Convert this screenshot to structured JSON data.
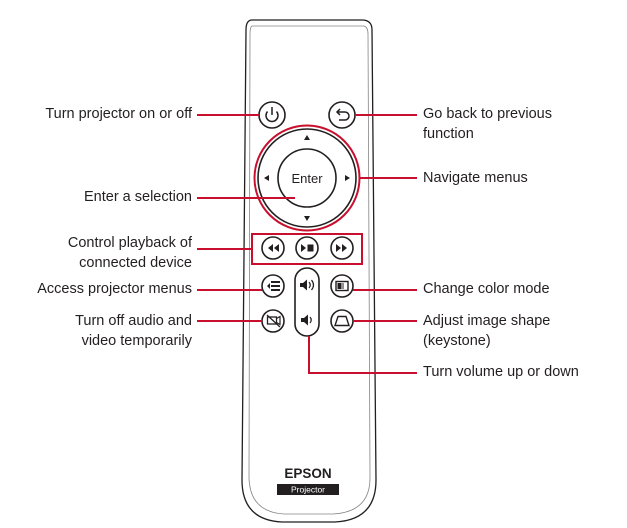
{
  "labels": {
    "power": "Turn projector on or off",
    "back_line1": "Go back to previous",
    "back_line2": "function",
    "enter": "Enter a selection",
    "navigate": "Navigate menus",
    "playback_line1": "Control playback of",
    "playback_line2": "connected device",
    "menu": "Access projector menus",
    "color": "Change color mode",
    "av_mute_line1": "Turn off audio and",
    "av_mute_line2": "video temporarily",
    "keystone_line1": "Adjust image shape",
    "keystone_line2": "(keystone)",
    "volume": "Turn volume up or down"
  },
  "remote": {
    "enter_label": "Enter",
    "brand": "EPSON",
    "model": "Projector"
  },
  "colors": {
    "callout": "#c8102e",
    "outline": "#231f20",
    "badge": "#231f20"
  },
  "icons": [
    "power-icon",
    "back-icon",
    "up-arrow-icon",
    "down-arrow-icon",
    "left-arrow-icon",
    "right-arrow-icon",
    "rewind-icon",
    "play-pause-icon",
    "fast-forward-icon",
    "menu-icon",
    "color-mode-icon",
    "av-mute-icon",
    "keystone-icon",
    "volume-up-icon",
    "volume-down-icon"
  ]
}
